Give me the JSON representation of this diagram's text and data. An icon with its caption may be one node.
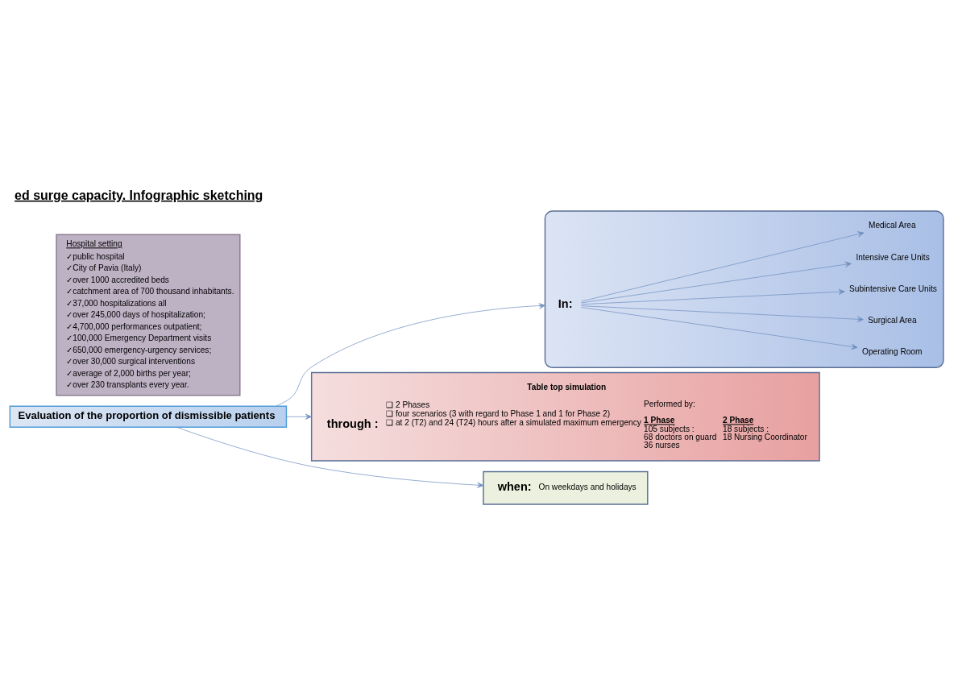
{
  "diagram": {
    "title": "ed surge capacity. Infographic sketching",
    "nodes": [
      {
        "text": [
          "Evaluation of the proportion of dismissible patients"
        ]
      },
      {
        "text": [],
        "shape": "ellipse"
      },
      {
        "text": [
          "In:"
        ],
        "in": 1
      },
      {
        "text": [
          "Medical Area"
        ],
        "in": 1
      },
      {
        "text": [
          "Intensive Care Units"
        ],
        "in": 1
      },
      {
        "text": [
          "Subintensive Care Units"
        ],
        "in": 1
      },
      {
        "text": [
          "Surgical Area"
        ],
        "in": 1
      },
      {
        "text": [
          "Operating Room"
        ],
        "in": 1
      },
      {
        "text": [
          "Table top simulation",
          "through :",
          "❑ 2 Phases",
          "❑ four scenarios (3 with regard to Phase 1 and 1 for Phase 2)",
          "❑ at 2 (T2) and 24 (T24) hours after a simulated maximum emergency",
          "Performed by:",
          "1 Phase",
          "105 subjects :",
          "68 doctors on guard",
          "36 nurses",
          "2 Phase",
          "18 subjects :",
          "18 Nursing Coordinator"
        ]
      },
      {
        "text": [
          "when:",
          "On weekdays and holidays"
        ]
      },
      {
        "text": [
          "Hospital setting",
          "✓public hospital",
          "✓City of Pavia (Italy)",
          "✓over 1000 accredited beds",
          "✓catchment area of 700 thousand inhabitants.",
          "✓37,000 hospitalizations all",
          "✓over 245,000 days of hospitalization;",
          "✓4,700,000 performances outpatient;",
          "✓100,000 Emergency Department visits",
          "✓650,000 emergency-urgency services;",
          "✓over 30,000 surgical interventions",
          "✓average of 2,000 births per year;",
          "✓over 230 transplants every year."
        ]
      }
    ],
    "edges": [
      {
        "from": 0,
        "to": 1,
        "arrow": "to"
      },
      {
        "from": 0,
        "to": 8,
        "arrow": "to"
      },
      {
        "from": 0,
        "to": 9,
        "arrow": "to"
      },
      {
        "from": 2,
        "to": 3,
        "arrow": "to"
      },
      {
        "from": 2,
        "to": 4,
        "arrow": "to"
      },
      {
        "from": 2,
        "to": 5,
        "arrow": "to"
      },
      {
        "from": 2,
        "to": 6,
        "arrow": "to"
      },
      {
        "from": 2,
        "to": 7,
        "arrow": "to"
      }
    ]
  }
}
